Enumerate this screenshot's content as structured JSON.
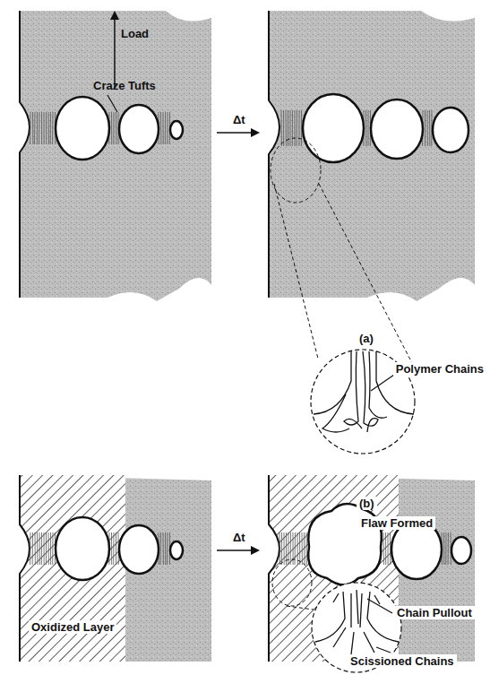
{
  "diagram": {
    "labels": [
      "Load",
      "Craze Tufts",
      "Δt",
      "Polymer Chains",
      "(a)",
      "Δt",
      "Oxidized Layer",
      "Flaw Formed",
      "Chain Pullout",
      "Scissioned Chains",
      "(b)"
    ]
  }
}
